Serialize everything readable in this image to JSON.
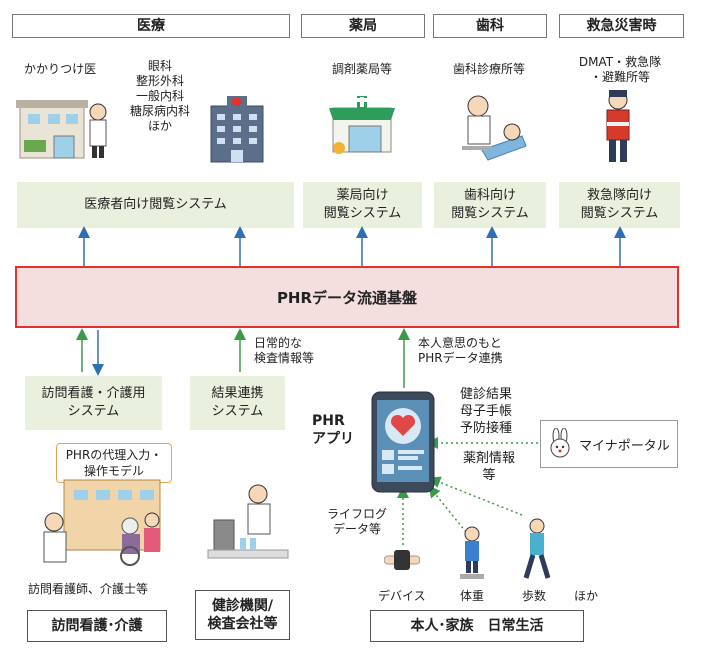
{
  "headers": {
    "medical": "医療",
    "pharmacy": "薬局",
    "dental": "歯科",
    "emergency": "救急災害時"
  },
  "facilities": {
    "family_doctor": "かかりつけ医",
    "specialties": "眼科\n整形外科\n一般内科\n糖尿病内科\nほか",
    "pharmacy": "調剤薬局等",
    "dental": "歯科診療所等",
    "emergency": "DMAT・救急隊\n・避難所等"
  },
  "systems": {
    "medical": "医療者向け閲覧システム",
    "pharmacy": "薬局向け\n閲覧システム",
    "dental": "歯科向け\n閲覧システム",
    "emergency": "救急隊向け\n閲覧システム",
    "nursing": "訪問看護・介護用\nシステム",
    "results": "結果連携\nシステム"
  },
  "hub": "PHRデータ流通基盤",
  "notes": {
    "daily_checkup": "日常的な\n検査情報等",
    "consent": "本人意思のもと\nPHRデータ連携",
    "proxy_model": "PHRの代理入力・\n操作モデル",
    "checkup_info": "健診結果\n母子手帳\n予防接種",
    "medication": "薬剤情報\n等",
    "lifelog": "ライフログ\nデータ等"
  },
  "phr_app": "PHR\nアプリ",
  "myna_portal": "マイナポータル",
  "bottom_items": {
    "device": "デバイス",
    "weight": "体重",
    "steps": "歩数",
    "etc": "ほか",
    "caregivers": "訪問看護師、介護士等"
  },
  "bottom_labels": {
    "nursing": "訪問看護･介護",
    "checkup_org": "健診機関/\n検査会社等",
    "self_family": "本人･家族　日常生活"
  },
  "colors": {
    "arrow": "#2f6fb5",
    "green_arrow": "#3a9a4a",
    "hub_border": "#e53030",
    "hub_fill": "#f4dede",
    "system_fill": "#eaf0de"
  }
}
